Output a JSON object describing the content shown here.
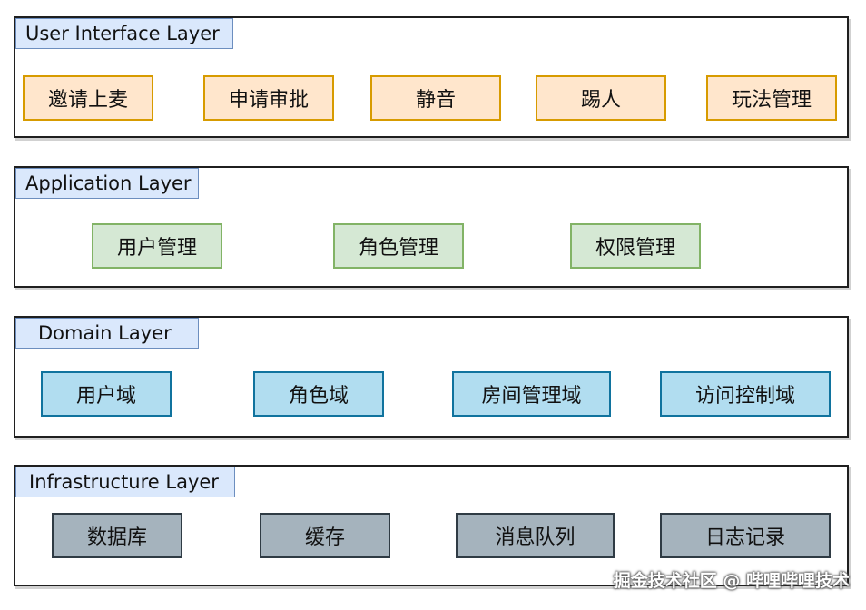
{
  "layers": [
    {
      "title": "User Interface Layer",
      "nodes": [
        "邀请上麦",
        "申请审批",
        "静音",
        "踢人",
        "玩法管理"
      ]
    },
    {
      "title": "Application Layer",
      "nodes": [
        "用户管理",
        "角色管理",
        "权限管理"
      ]
    },
    {
      "title": "Domain Layer",
      "nodes": [
        "用户域",
        "角色域",
        "房间管理域",
        "访问控制域"
      ]
    },
    {
      "title": "Infrastructure Layer",
      "nodes": [
        "数据库",
        "缓存",
        "消息队列",
        "日志记录"
      ]
    }
  ],
  "watermark": "掘金技术社区 @ 哔哩哔哩技术",
  "colors": {
    "title_fill": "#dae8fc",
    "ui_fill": "#ffe6cc",
    "app_fill": "#d5e8d4",
    "domain_fill": "#b1ddf0",
    "infra_fill": "#a5b3bd"
  }
}
